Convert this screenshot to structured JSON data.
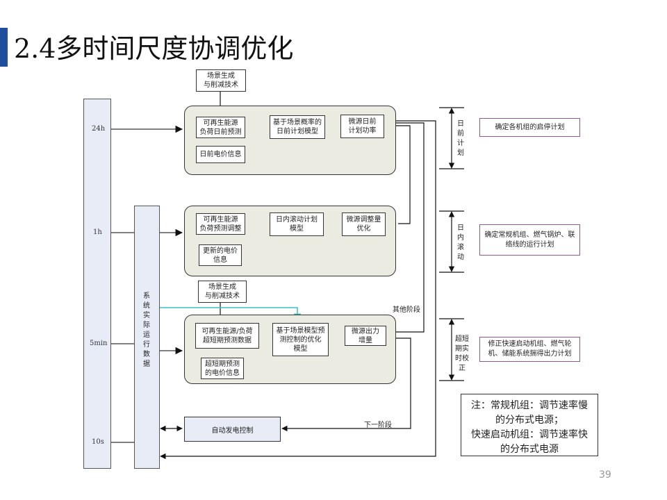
{
  "slide": {
    "title": "2.4多时间尺度协调优化",
    "page_number": "39",
    "accent_color": "#1f4e9c"
  },
  "time_axis": {
    "ticks": [
      "24h",
      "1h",
      "5min",
      "10s"
    ]
  },
  "system_data": {
    "label": "系统实际运行数据"
  },
  "scenario_boxes": {
    "top": [
      "场景生成",
      "与削减技术"
    ],
    "mid": [
      "场景生成",
      "与削减技术"
    ]
  },
  "stages": {
    "day_ahead": {
      "boxes": {
        "forecast": [
          "可再生能源",
          "负荷日前预测"
        ],
        "price": [
          "日前电价信息"
        ],
        "model": [
          "基于场景概率的",
          "日前计划模型"
        ],
        "output": [
          "微源日前",
          "计划功率"
        ]
      }
    },
    "intraday": {
      "boxes": {
        "forecast": [
          "可再生能源",
          "负荷预测调整"
        ],
        "price": [
          "更新的电价",
          "信息"
        ],
        "model": [
          "日内滚动计划",
          "模型"
        ],
        "output": [
          "微源调整量",
          "优化"
        ]
      }
    },
    "ultra_short": {
      "boxes": {
        "forecast": [
          "可再生能源/负荷",
          "超短期预测数据"
        ],
        "price": [
          "超短期预测",
          "的电价信息"
        ],
        "model": [
          "基于场景模型预",
          "测控制的优化",
          "模型"
        ],
        "output": [
          "微源出力",
          "增量"
        ]
      }
    }
  },
  "agc": {
    "label": "自动发电控制"
  },
  "flow_labels": {
    "other_stage": "其他阶段",
    "next_stage": "下一阶段"
  },
  "periods": {
    "day_ahead": {
      "label": "日前计划",
      "result": "确定各机组的启停计划"
    },
    "intraday": {
      "label": "日内滚动",
      "result": "确定常规机组、燃气锅炉、联络线的运行计划"
    },
    "realtime": {
      "label": "超短期实时校正",
      "result": "修正快速启动机组、燃气轮机、储能系统揣得出力计划"
    }
  },
  "note": {
    "lines": [
      "注：常规机组：调节速率慢",
      "的分布式电源；",
      "快速启动机组：调节速率快",
      "的分布式电源"
    ]
  }
}
